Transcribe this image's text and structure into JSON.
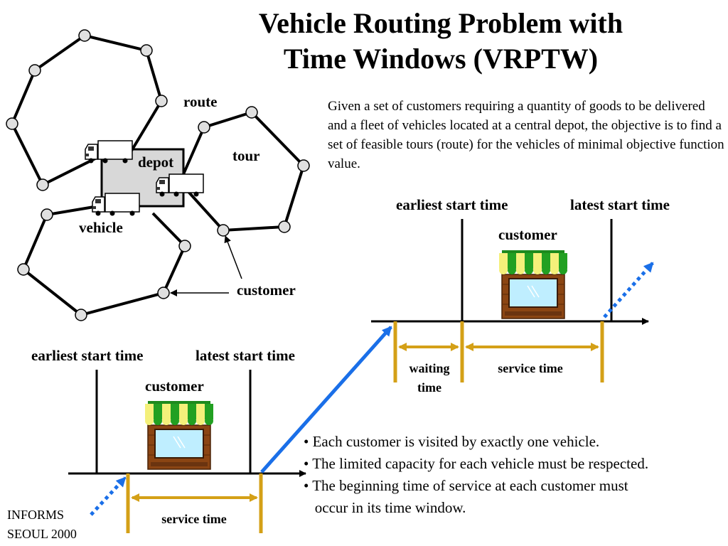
{
  "title": {
    "line1": "Vehicle Routing Problem with",
    "line2": "Time Windows (VRPTW)"
  },
  "description": "Given a set of customers requiring a quantity of goods to be delivered and a fleet of vehicles located at a central depot, the objective is to find a set of feasible tours (route) for the vehicles of minimal objective function value.",
  "network": {
    "route_label": "route",
    "tour_label": "tour",
    "depot_label": "depot",
    "vehicle_label": "vehicle",
    "customer_label": "customer"
  },
  "time_window_top": {
    "earliest_label": "earliest start time",
    "latest_label": "latest start time",
    "customer_label": "customer",
    "waiting_label_1": "waiting",
    "waiting_label_2": "time",
    "service_label": "service time"
  },
  "time_window_bottom": {
    "earliest_label": "earliest start time",
    "latest_label": "latest start time",
    "customer_label": "customer",
    "service_label": "service time"
  },
  "bullets": [
    "• Each customer is visited by exactly one vehicle.",
    "• The limited capacity for each vehicle must be respected.",
    "• The beginning time of service at each customer must",
    "   occur in its time window."
  ],
  "footer": {
    "line1": "INFORMS",
    "line2": "SEOUL 2000"
  },
  "colors": {
    "bracket": "#d4a017",
    "arrow_blue": "#1a6fe8",
    "awning_green": "#22a022",
    "awning_yellow": "#f4f07a",
    "shop_brown": "#8b4513",
    "window_blue": "#bfeeff",
    "depot_fill": "#d8d8d8",
    "node_fill": "#e0e0e0"
  }
}
